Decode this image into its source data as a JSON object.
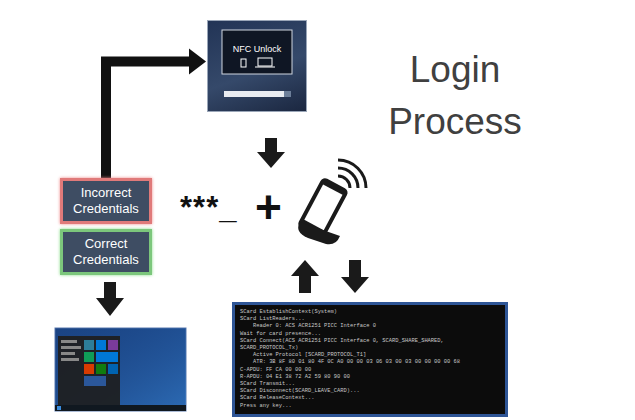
{
  "diagram": {
    "title": "Login Process",
    "nodes": [
      {
        "text": [
          "NFC Unlock"
        ]
      },
      {
        "text": [
          "Incorrect Credentials"
        ]
      },
      {
        "text": [
          "Correct Credentials"
        ]
      },
      {
        "text": [
          "SCard EstablishContext(System)",
          "SCard ListReaders...",
          "    Reader 0: ACS ACR1251 PICC Interface 0",
          "Wait for card presence...",
          "SCard Connect(ACS ACR1251 PICC Interface 0, SCARD_SHARE_SHARED, SCARD_PROTOCOL_Tx)",
          "    Active Protocol [SCARD_PROTOCOL_T1]",
          "    ATR: 3B 8F 80 01 80 4F 0C A0 00 00 03 06 03 00 03 00 00 00 00 68",
          "C-APDU: FF CA 00 00 00",
          "R-APDU: 04 E1 38 72 A2 59 80 90 00",
          "SCard Transmit...",
          "SCard Disconnect(SCARD_LEAVE_CARD)...",
          "SCard ReleaseContext...",
          "Press any key..."
        ]
      }
    ],
    "edges": [
      {
        "from": 1,
        "to": 0,
        "arrow": "to"
      }
    ],
    "labels": [
      "***_",
      "+"
    ]
  }
}
